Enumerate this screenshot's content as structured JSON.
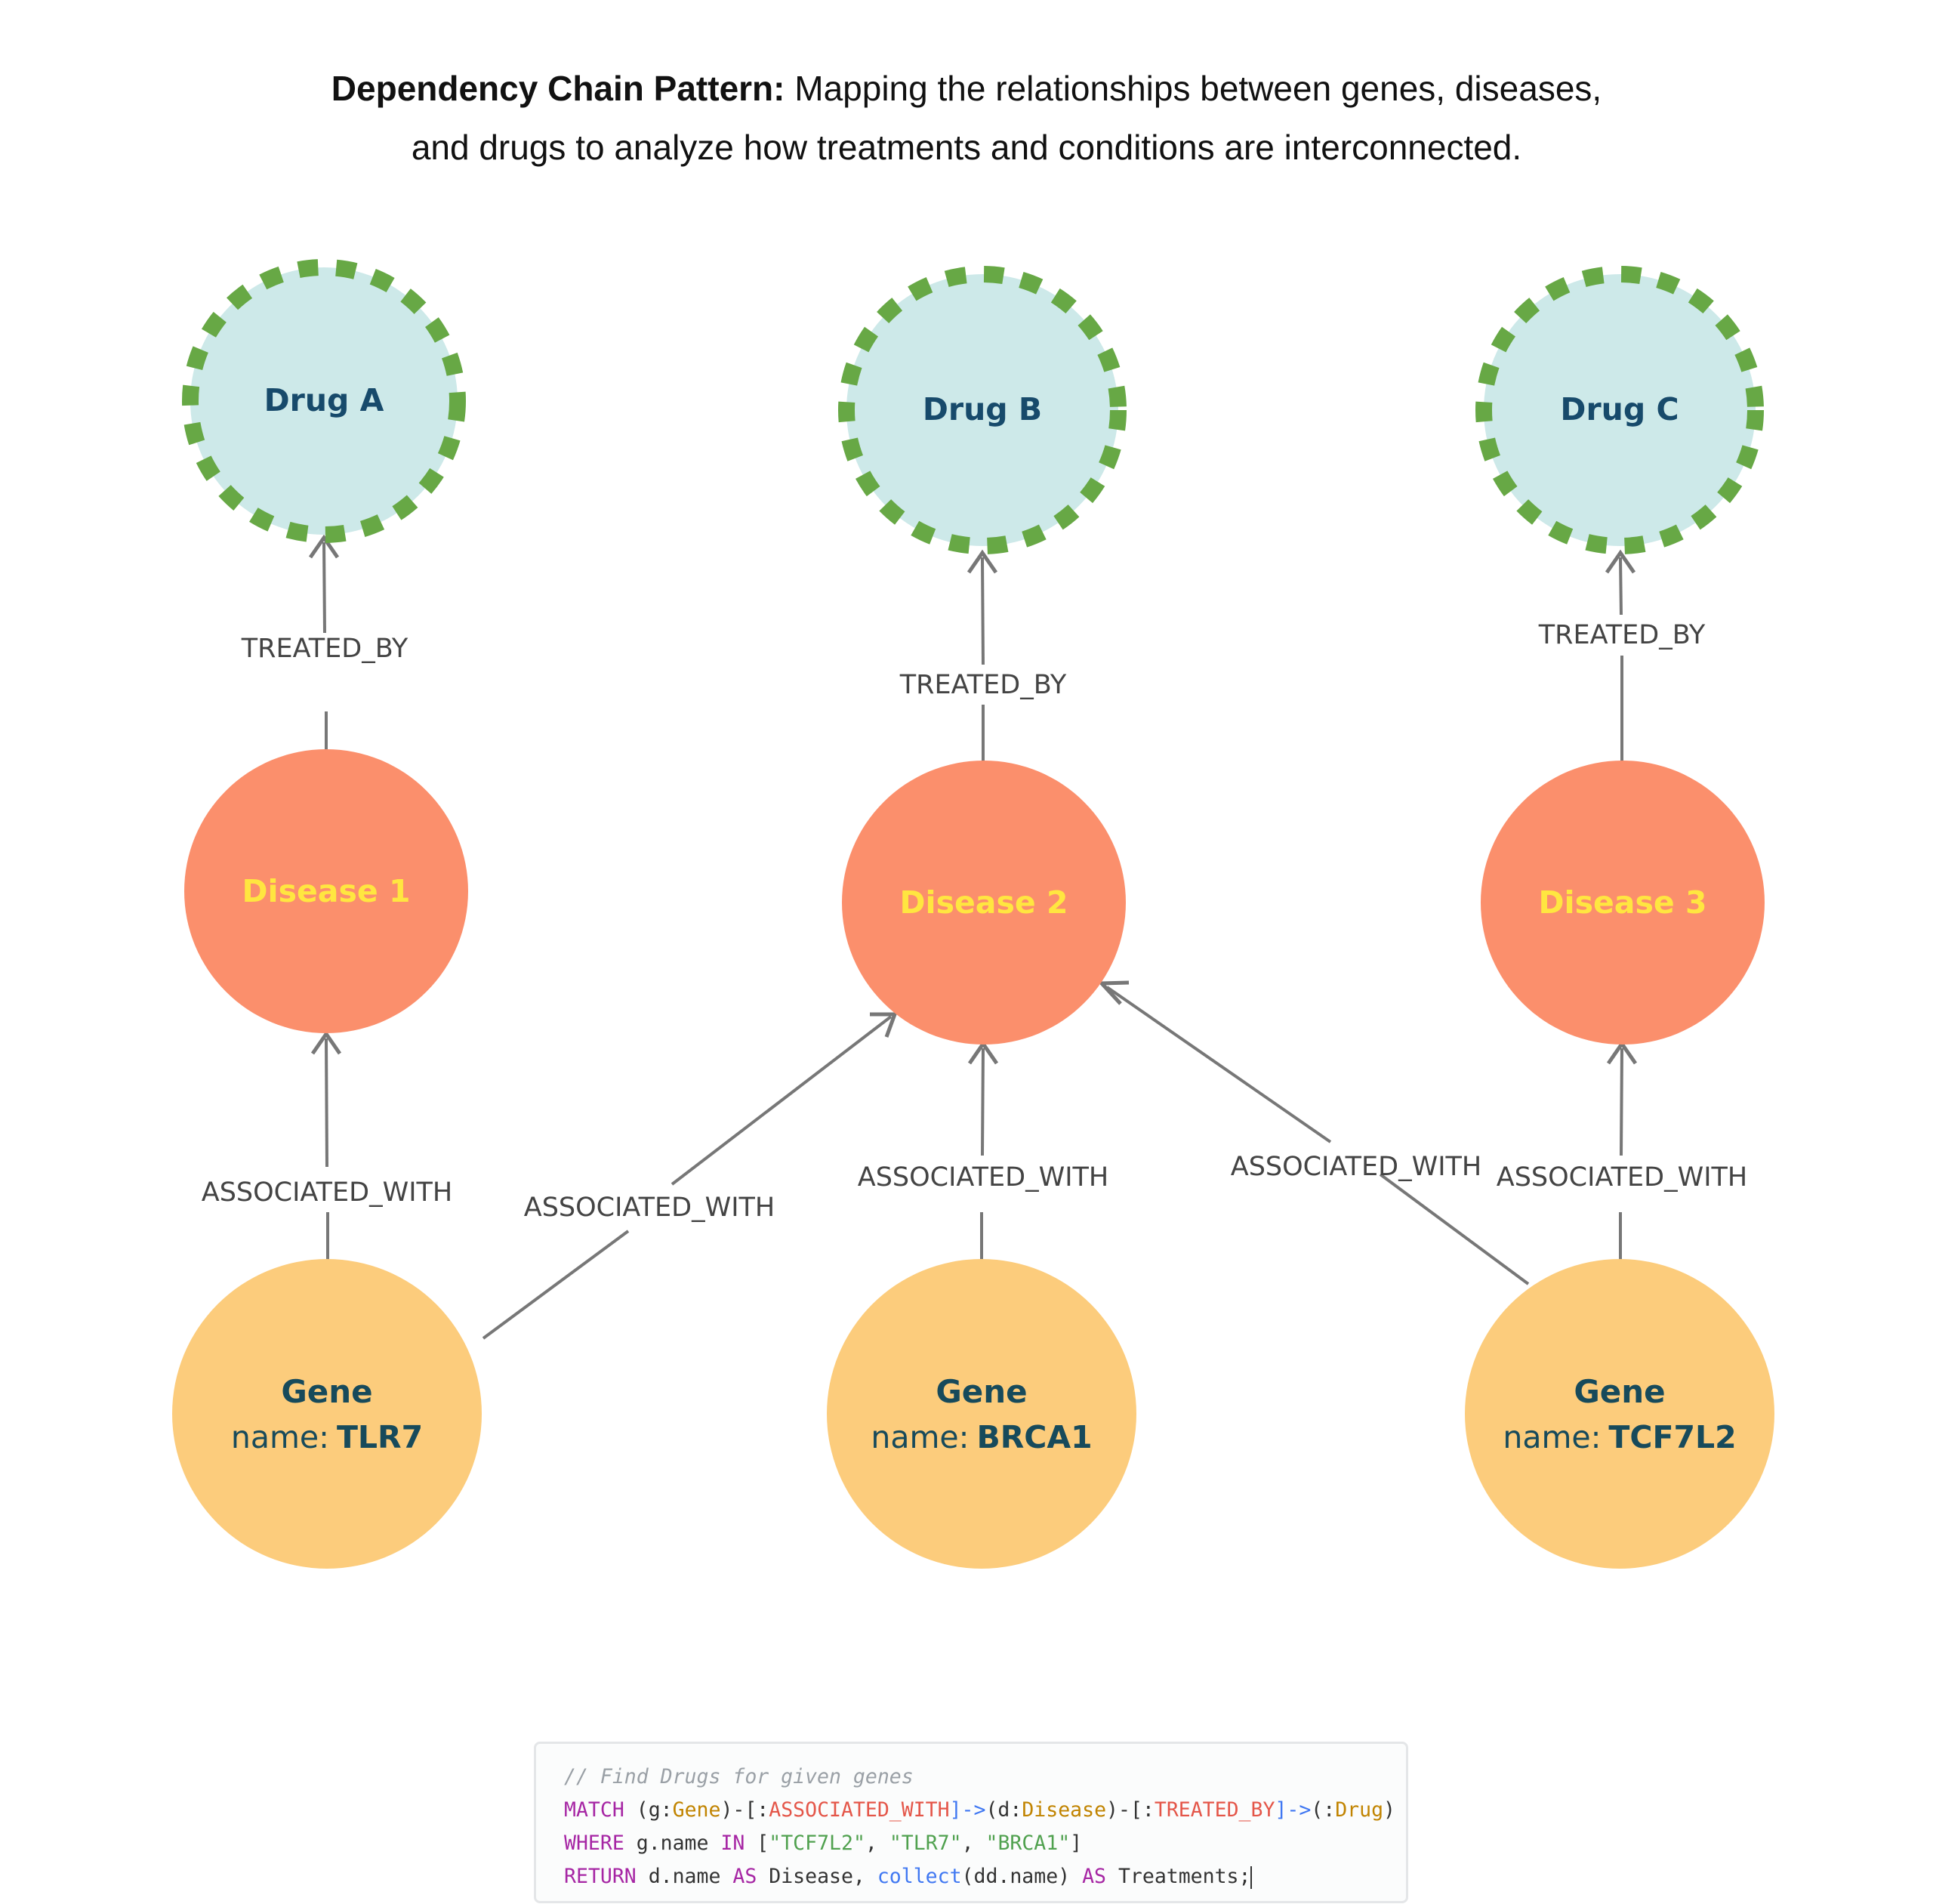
{
  "caption": {
    "bold": "Dependency Chain Pattern:",
    "rest": "Mapping the relationships between genes, diseases,",
    "line2": "and drugs to analyze how treatments and conditions are interconnected."
  },
  "colors": {
    "drug_fill": "#cde9e9",
    "drug_border": "#67a845",
    "drug_text": "#174a6b",
    "disease_fill": "#fb8f6c",
    "disease_text": "#ffe640",
    "gene_fill": "#fccc7c",
    "gene_text": "#174a5b",
    "edge": "#777777"
  },
  "nodes": {
    "drug_a": "Drug A",
    "drug_b": "Drug B",
    "drug_c": "Drug C",
    "disease_1": "Disease 1",
    "disease_2": "Disease 2",
    "disease_3": "Disease 3",
    "gene_tlr7": {
      "title": "Gene",
      "prop_key": "name:",
      "prop_value": "TLR7"
    },
    "gene_brca1": {
      "title": "Gene",
      "prop_key": "name:",
      "prop_value": "BRCA1"
    },
    "gene_tcf7l2": {
      "title": "Gene",
      "prop_key": "name:",
      "prop_value": "TCF7L2"
    }
  },
  "edges": {
    "treated_by_a": "TREATED_BY",
    "treated_by_b": "TREATED_BY",
    "treated_by_c": "TREATED_BY",
    "assoc_tlr7_d1": "ASSOCIATED_WITH",
    "assoc_tlr7_d2": "ASSOCIATED_WITH",
    "assoc_brca1_d2": "ASSOCIATED_WITH",
    "assoc_tcf7l2_d2": "ASSOCIATED_WITH",
    "assoc_tcf7l2_d3": "ASSOCIATED_WITH"
  },
  "code": {
    "comment": "// Find Drugs for given genes",
    "line2": {
      "kw": "MATCH",
      "p1": " (g:",
      "gene": "Gene",
      "p2": ")-[:",
      "rel1": "ASSOCIATED_WITH",
      "arrow1": "]->",
      "p3": "(d:",
      "disease": "Disease",
      "p4": ")-[:",
      "rel2": "TREATED_BY",
      "arrow2": "]->",
      "p5": "(:",
      "drug": "Drug",
      "p6": ")"
    },
    "line3": {
      "kw": "WHERE",
      "p1": " g.name ",
      "kw2": "IN",
      "p2": " [",
      "s1": "\"TCF7L2\"",
      "p3": ", ",
      "s2": "\"TLR7\"",
      "p4": ", ",
      "s3": "\"BRCA1\"",
      "p5": "]"
    },
    "line4": {
      "kw": "RETURN",
      "p1": " d.name ",
      "kw2": "AS",
      "p2": " Disease, ",
      "fn": "collect",
      "p3": "(dd.name) ",
      "kw3": "AS",
      "p4": " Treatments;"
    }
  }
}
